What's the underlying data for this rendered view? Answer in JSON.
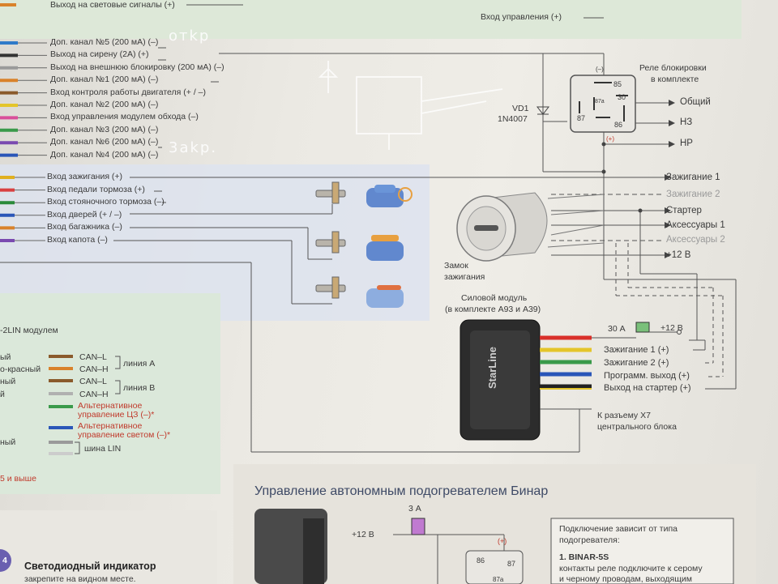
{
  "top": {
    "signal_output": "Выход на световые сигналы (+)",
    "control_input": "Вход управления (+)"
  },
  "channels": [
    {
      "label": "Доп. канал №5 (200 мА) (–)",
      "color": "#2f7ac9"
    },
    {
      "label": "Выход на сирену (2А) (+)",
      "color": "#333333"
    },
    {
      "label": "Выход на  внешнюю блокировку (200 мА) (–)",
      "color": "#9a9a9a"
    },
    {
      "label": "Доп. канал №1 (200 мА) (–)",
      "color": "#d9822b"
    },
    {
      "label": "Вход контроля работы двигателя (+ / –)",
      "color": "#8a5a2b"
    },
    {
      "label": "Доп. канал №2 (200 мА) (–)",
      "color": "#e4c52a"
    },
    {
      "label": "Вход управления модулем обхода (–)",
      "color": "#d94f9a"
    },
    {
      "label": "Доп. канал №3 (200 мА) (–)",
      "color": "#3a9a4a"
    },
    {
      "label": "Доп. канал №6 (200 мА) (–)",
      "color": "#7a4ab0"
    },
    {
      "label": "Доп. канал №4 (200 мА) (–)",
      "color": "#2a56b8"
    }
  ],
  "inputs": [
    {
      "label": "Вход зажигания (+)",
      "color": "#e0b020"
    },
    {
      "label": "Вход педали тормоза (+)",
      "color": "#d94040"
    },
    {
      "label": "Вход стояночного тормоза (–)",
      "color": "#2a8a3a"
    },
    {
      "label": "Вход дверей (+ / –)",
      "color": "#2a56b8"
    },
    {
      "label": "Вход багажника (–)",
      "color": "#d9822b"
    },
    {
      "label": "Вход капота (–)",
      "color": "#7a4ab0"
    }
  ],
  "handwriting": {
    "open": "отkр",
    "close": "3akр."
  },
  "relay": {
    "title_line1": "Реле блокировки",
    "title_line2": "в комплекте",
    "pin85": "85",
    "pin30": "30",
    "pin87": "87",
    "pin86": "86",
    "pin87a": "87a",
    "minus": "(–)",
    "plus": "(+)",
    "out_common": "Общий",
    "out_nc": "НЗ",
    "out_no": "НР",
    "diode_name": "VD1",
    "diode_part": "1N4007"
  },
  "ignition_outputs": {
    "ign1": "Зажигание 1",
    "ign2": "Зажигание 2",
    "starter": "Стартер",
    "acc1": "Аксессуары 1",
    "acc2": "Аксессуары 2",
    "plus12": "+12 В"
  },
  "lock": {
    "line1": "Замок",
    "line2": "зажигания"
  },
  "power_module": {
    "title_line1": "Силовой модуль",
    "title_line2": "(в комплекте А93 и А39)",
    "brand": "StarLine",
    "fuse": "30 А",
    "plus12": "+12 В",
    "out_ign1": "Зажигание 1 (+)",
    "out_ign2": "Зажигание 2 (+)",
    "out_prog": "Программ. выход (+)",
    "out_starter": "Выход на стартер (+)",
    "connector_line1": "К разъему X7",
    "connector_line2": "центрального блока"
  },
  "lin_panel": {
    "title": "-2LIN модулем",
    "wire1": "ый",
    "wire2": "о-красный",
    "wire3": "ный",
    "wire4": "й",
    "wire6": "ный",
    "can_l": "CAN–L",
    "can_h": "CAN–H",
    "line_a": "линия А",
    "line_b": "линия В",
    "alt_lock_1": "Альтернативное",
    "alt_lock_2": "управление ЦЗ (–)*",
    "alt_light_1": "Альтернативное",
    "alt_light_2": "управление светом (–)*",
    "lin_bus": "шина LIN",
    "footer": "5 и выше"
  },
  "binar": {
    "title": "Управление автономным подогревателем Бинар",
    "fuse": "3 А",
    "plus12": "+12 В",
    "plus": "(+)",
    "relay_86": "86",
    "relay_87": "87",
    "relay_87a": "87a",
    "note_1": "Подключение зависит от типа",
    "note_2": "подогревателя:",
    "binar_model": "1. BINAR-5S",
    "binar_desc_1": "контакты реле подключите к серому",
    "binar_desc_2": "и черному проводам, выходящим"
  },
  "led": {
    "step": "4",
    "title": "Светодиодный индикатор",
    "desc": "закрепите на видном месте."
  },
  "colors": {
    "line": "#555555",
    "accent_blue": "#4a6fb0",
    "green_panel": "#dfe9da",
    "blue_panel": "#dfe4ee"
  }
}
